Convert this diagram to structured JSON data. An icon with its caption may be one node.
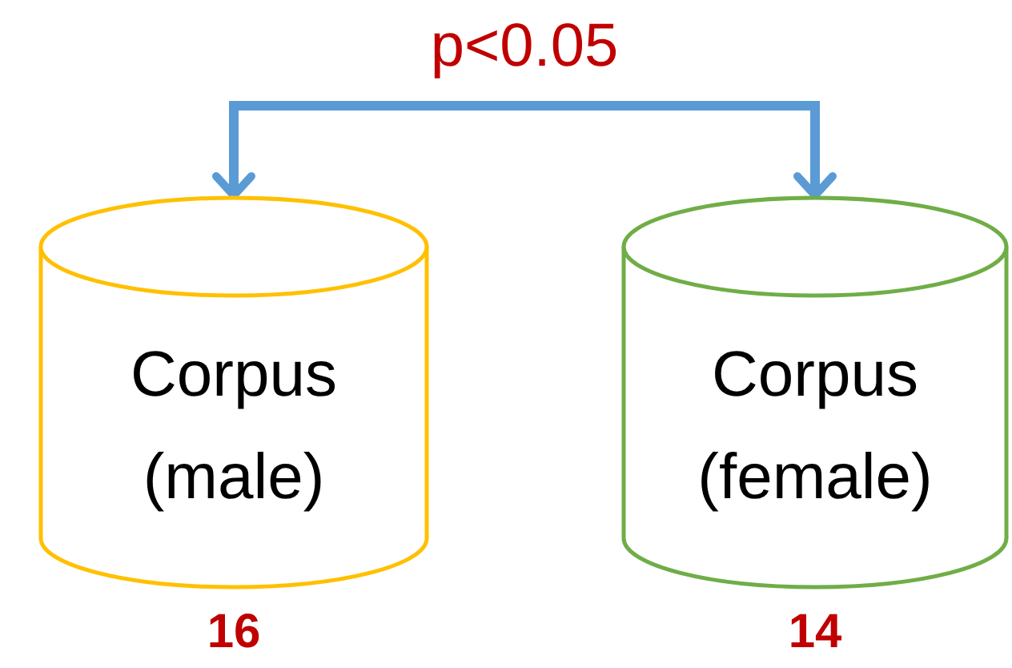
{
  "diagram": {
    "nodes": [
      {
        "text": [
          "Corpus (male)"
        ],
        "beside": [
          "16"
        ]
      },
      {
        "text": [
          "Corpus (female)"
        ],
        "beside": [
          "14"
        ]
      }
    ],
    "edges": [
      {
        "from": 0,
        "to": 1,
        "arrow": "both",
        "label": "p<0.05"
      }
    ]
  }
}
